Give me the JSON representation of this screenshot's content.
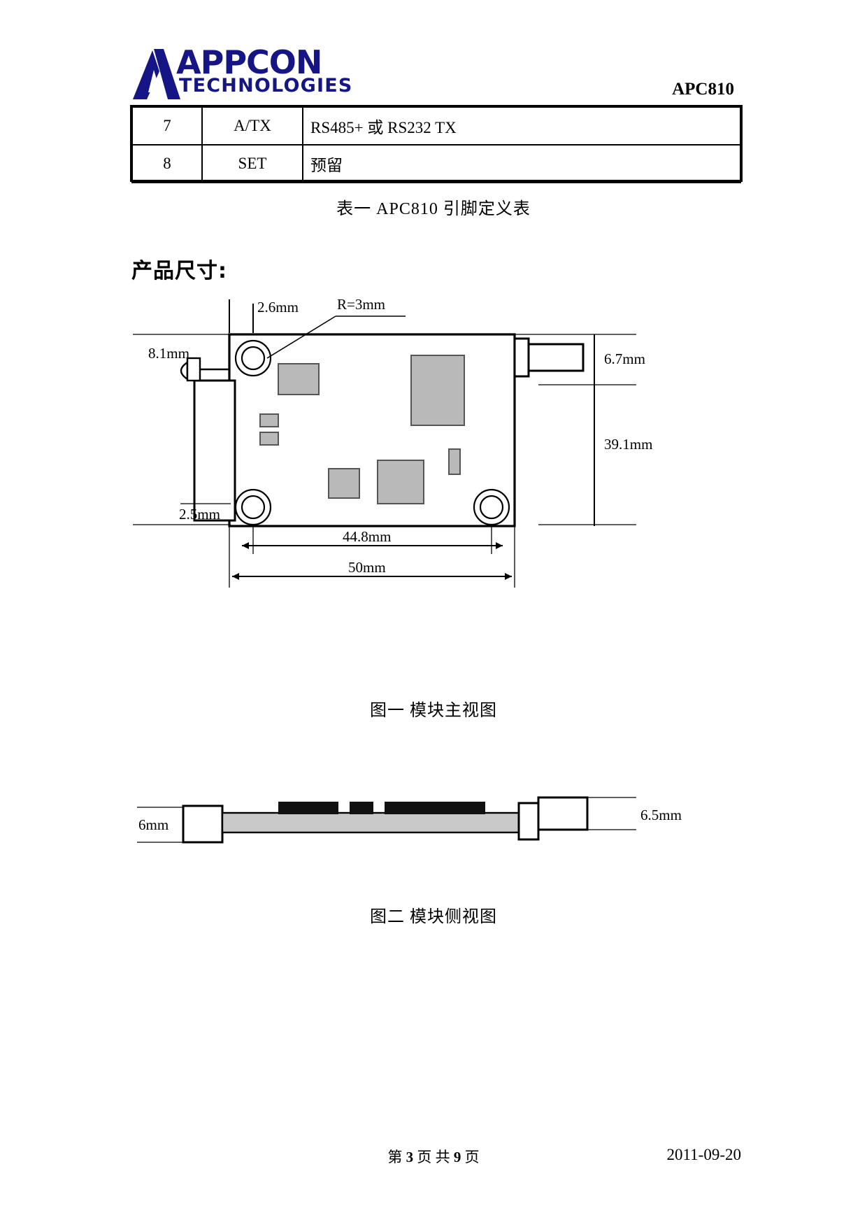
{
  "header": {
    "logo_brand": "APPCON",
    "logo_sub": "TECHNOLOGIES",
    "logo_mark": "triangle-a-logo",
    "doc_code": "APC810",
    "brand_color": "#151585"
  },
  "pin_table": {
    "rows": [
      {
        "no": "7",
        "name": "A/TX",
        "desc": "RS485+ 或  RS232 TX"
      },
      {
        "no": "8",
        "name": "SET",
        "desc": "预留"
      }
    ],
    "caption": "表一  APC810  引脚定义表"
  },
  "section": {
    "heading": "产品尺寸:"
  },
  "figure1": {
    "caption": "图一  模块主视图",
    "labels": {
      "pad_offset": "2.6mm",
      "corner_radius": "R=3mm",
      "led_length": "8.1mm",
      "connector_height": "6.7mm",
      "board_height": "39.1mm",
      "notch_width": "2.5mm",
      "hole_span": "44.8mm",
      "board_width": "50mm"
    }
  },
  "figure2": {
    "caption": "图二  模块侧视图",
    "labels": {
      "left_height": "6mm",
      "right_height": "6.5mm"
    }
  },
  "footer": {
    "page_prefix": "第",
    "page_number": "3",
    "page_mid": "页  共",
    "page_total": "9",
    "page_suffix": "页",
    "date": "2011-09-20"
  }
}
